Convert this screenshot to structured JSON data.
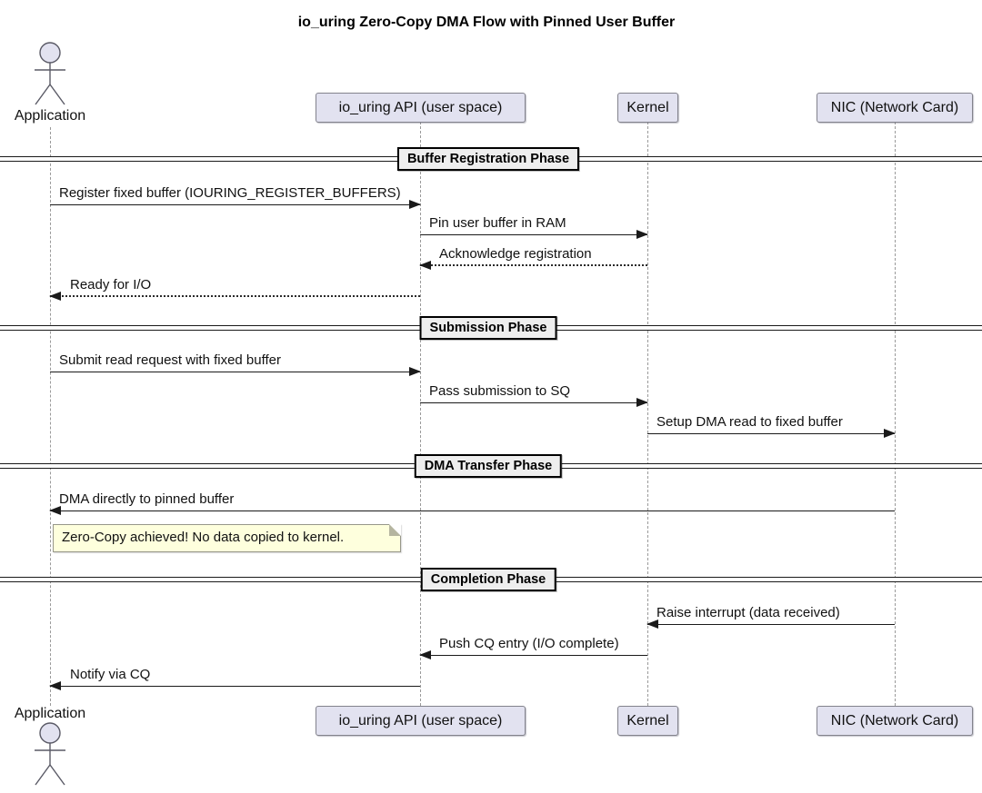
{
  "title": "io_uring Zero-Copy DMA Flow with Pinned User Buffer",
  "participants": [
    {
      "id": "app",
      "label": "Application",
      "kind": "actor"
    },
    {
      "id": "api",
      "label": "io_uring API (user space)",
      "kind": "box"
    },
    {
      "id": "kernel",
      "label": "Kernel",
      "kind": "box"
    },
    {
      "id": "nic",
      "label": "NIC (Network Card)",
      "kind": "box"
    }
  ],
  "dividers": [
    {
      "label": "Buffer Registration Phase"
    },
    {
      "label": "Submission Phase"
    },
    {
      "label": "DMA Transfer Phase"
    },
    {
      "label": "Completion Phase"
    }
  ],
  "messages": [
    {
      "from": "Application",
      "to": "io_uring API (user space)",
      "text": "Register fixed buffer (IOURING_REGISTER_BUFFERS)",
      "line": "solid"
    },
    {
      "from": "io_uring API (user space)",
      "to": "Kernel",
      "text": "Pin user buffer in RAM",
      "line": "solid"
    },
    {
      "from": "Kernel",
      "to": "io_uring API (user space)",
      "text": "Acknowledge registration",
      "line": "dotted"
    },
    {
      "from": "io_uring API (user space)",
      "to": "Application",
      "text": "Ready for I/O",
      "line": "dotted"
    },
    {
      "from": "Application",
      "to": "io_uring API (user space)",
      "text": "Submit read request with fixed buffer",
      "line": "solid"
    },
    {
      "from": "io_uring API (user space)",
      "to": "Kernel",
      "text": "Pass submission to SQ",
      "line": "solid"
    },
    {
      "from": "Kernel",
      "to": "NIC (Network Card)",
      "text": "Setup DMA read to fixed buffer",
      "line": "solid"
    },
    {
      "from": "NIC (Network Card)",
      "to": "Application",
      "text": "DMA directly to pinned buffer",
      "line": "solid"
    },
    {
      "from": "NIC (Network Card)",
      "to": "Kernel",
      "text": "Raise interrupt (data received)",
      "line": "solid"
    },
    {
      "from": "Kernel",
      "to": "io_uring API (user space)",
      "text": "Push CQ entry (I/O complete)",
      "line": "solid"
    },
    {
      "from": "io_uring API (user space)",
      "to": "Application",
      "text": "Notify via CQ",
      "line": "solid"
    }
  ],
  "note": {
    "text": "Zero-Copy achieved! No data copied to kernel."
  },
  "colors": {
    "participant_fill": "#E2E2F0",
    "participant_border": "#82828C",
    "divider_fill": "#EEEEEE",
    "note_fill": "#FEFFDD",
    "lifeline": "#9A9A9A",
    "line": "#1A1A1A"
  }
}
